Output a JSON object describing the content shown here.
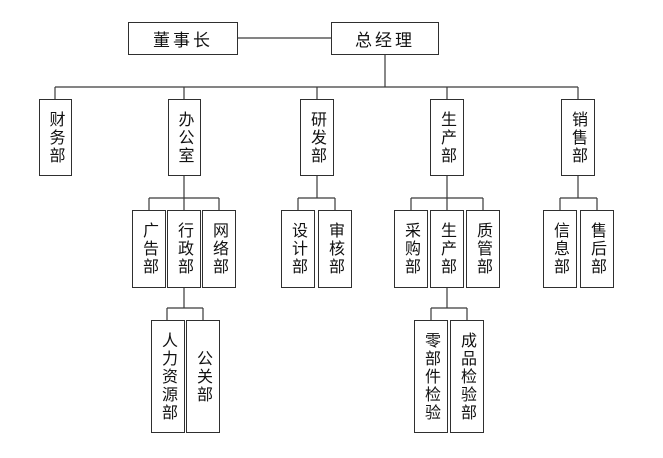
{
  "org_chart": {
    "chairman": "董事长",
    "general_manager": "总经理",
    "departments": {
      "finance": "财务部",
      "office": "办公室",
      "rnd": "研发部",
      "production": "生产部",
      "sales": "销售部"
    },
    "office_sub": {
      "advertising": "广告部",
      "administration": "行政部",
      "network": "网络部"
    },
    "admin_sub": {
      "hr": "人力资源部",
      "pr": "公关部"
    },
    "rnd_sub": {
      "design": "设计部",
      "audit": "审核部"
    },
    "production_sub": {
      "procurement": "采购部",
      "production": "生产部",
      "quality": "质管部"
    },
    "production_detail": {
      "parts_inspection": "零部件检验",
      "product_inspection": "成品检验部"
    },
    "sales_sub": {
      "information": "信息部",
      "after_sales": "售后部"
    }
  }
}
